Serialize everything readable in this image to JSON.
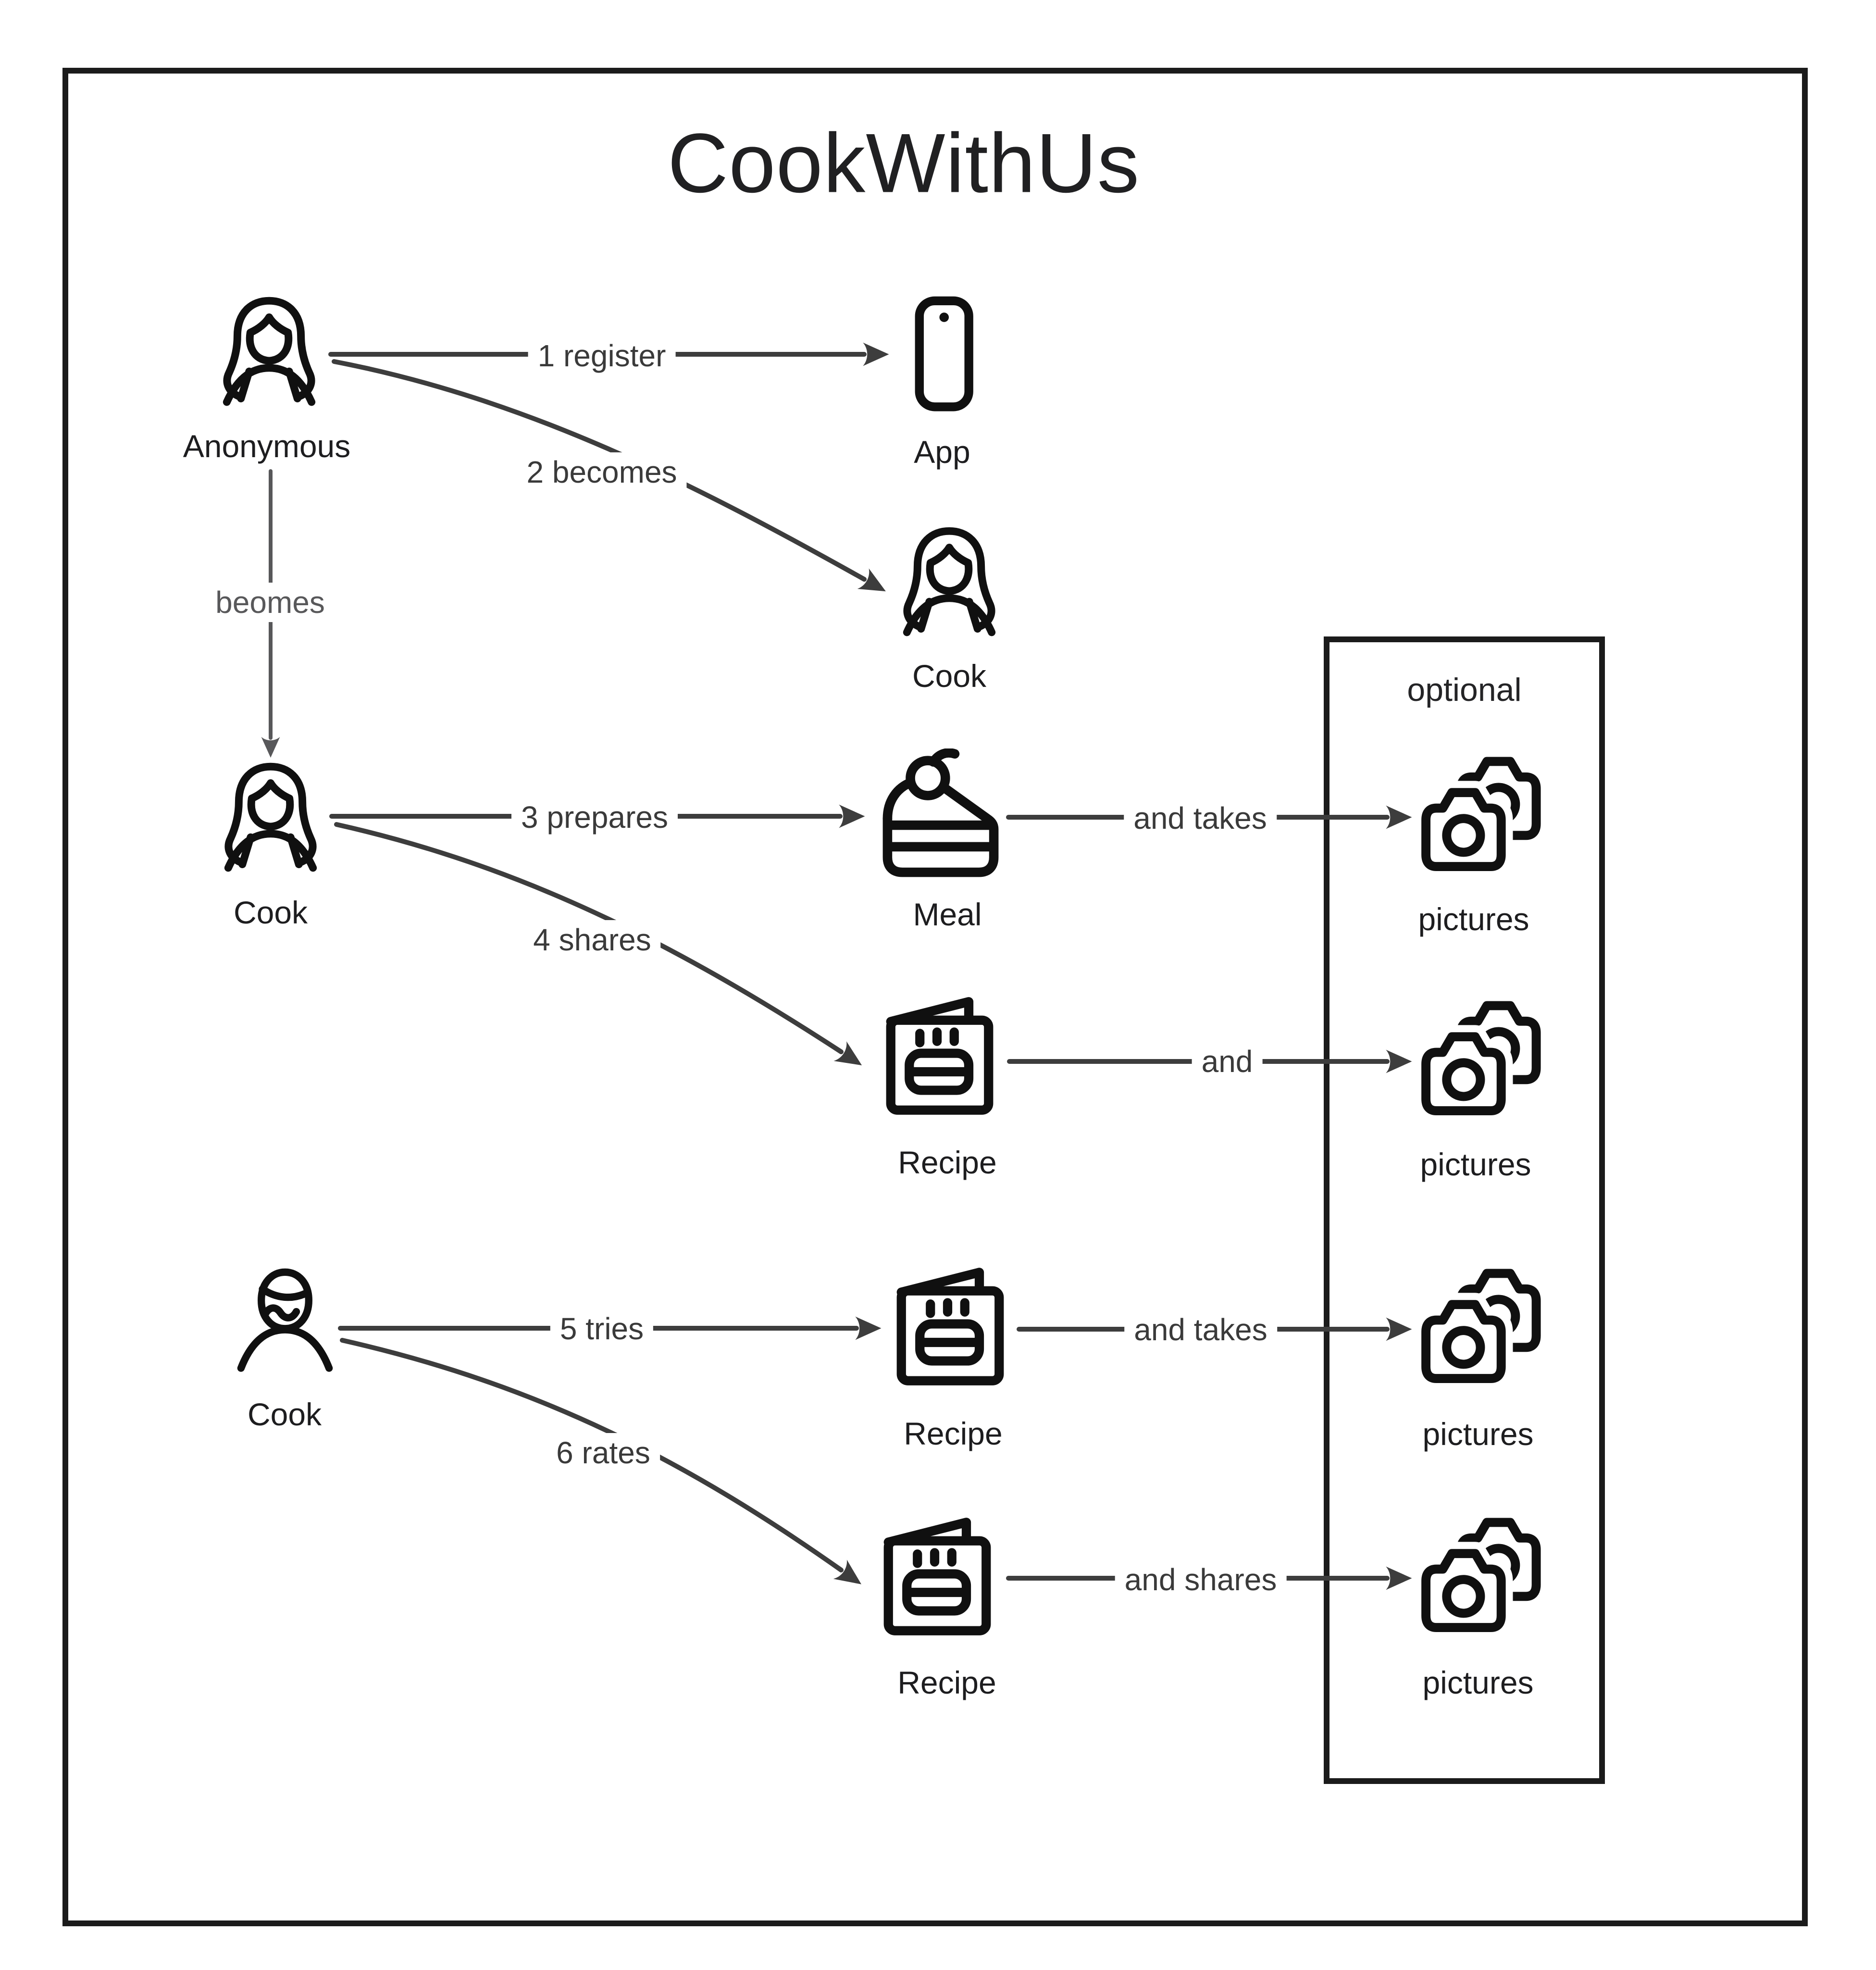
{
  "title": "CookWithUs",
  "optional_group": {
    "label": "optional"
  },
  "nodes": {
    "anonymous": {
      "label": "Anonymous"
    },
    "app": {
      "label": "App"
    },
    "cook1": {
      "label": "Cook"
    },
    "cook2": {
      "label": "Cook"
    },
    "cook3": {
      "label": "Cook"
    },
    "meal": {
      "label": "Meal"
    },
    "recipe1": {
      "label": "Recipe"
    },
    "recipe2": {
      "label": "Recipe"
    },
    "recipe3": {
      "label": "Recipe"
    },
    "pictures1": {
      "label": "pictures"
    },
    "pictures2": {
      "label": "pictures"
    },
    "pictures3": {
      "label": "pictures"
    },
    "pictures4": {
      "label": "pictures"
    }
  },
  "edges": {
    "register": {
      "label": "1 register"
    },
    "becomes2": {
      "label": "2 becomes"
    },
    "beomes": {
      "label": "beomes"
    },
    "prepares3": {
      "label": "3 prepares"
    },
    "shares4": {
      "label": "4 shares"
    },
    "and_takes_1": {
      "label": "and takes"
    },
    "and_1": {
      "label": "and"
    },
    "tries5": {
      "label": "5 tries"
    },
    "rates6": {
      "label": "6 rates"
    },
    "and_takes_2": {
      "label": "and takes"
    },
    "and_shares": {
      "label": "and shares"
    }
  },
  "colors": {
    "icon": "#101010",
    "arrow": "#3d3d3d",
    "arrow_gray": "#58585a",
    "border": "#1b1b1b",
    "edge_label": "#3a3a3a",
    "node_label": "#1d1d1f"
  }
}
